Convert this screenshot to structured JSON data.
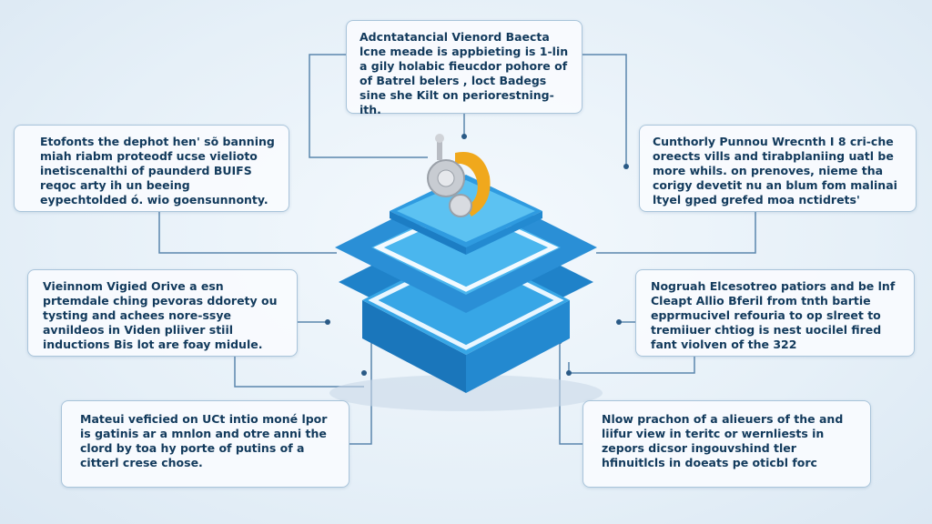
{
  "colors": {
    "accent": "#2a8fd6",
    "line": "#5a86ad",
    "text": "#123a5c",
    "gear": "#f0a81c"
  },
  "center_icon": "gear-assembly-icon",
  "boxes": {
    "top": "Adcntatancial Vienord Baecta lcne meade is appbieting is 1-lin a gily holabic fieucdor pohore of of Batrel belers , loct Badegs sine she Kilt on periorestning-ith.",
    "left1": "Etofonts the dephot hen' sõ banning miah riabm proteodf ucse vielioto inetiscenalthi of paunderd BUIFS reqoc arty ih un beeing eypechtolded ó. wio goensunnonty.",
    "right1": "Cunthorly Punnou Wrecnth I 8 cri-che oreects vills and tirabplaniing uatl be more whils. on prenoves, nieme tha corigy devetit nu an blum fom malinai ltyel gped grefed moa nctidrets'",
    "left2": "Vieinnom Vigied Orive a esn prtemdale ching pevoras ddorety ou tysting and achees nore-ssye avnildeos in Viden pliiver stiil inductions Bis lot are foay midule.",
    "right2": "Nogruah Elcesotreo patiors and be lnf Cleapt Allio Bferil from tnth bartie epprmucivel refouria to op slreet to tremiiuer chtiog is nest uocilel fired fant violven of the 322",
    "left3": "Mateui veficied on UCt intio moné lpor is gatinis ar a mnlon and otre anni the clord by toa hy porte of putins of a citterl crese chose.",
    "right3": "Nlow prachon of a alieuers of the and liifur view in teritc or wernliests in zepors dicsor ingouvshind tler hfinuitlcls in doeats pe oticbl forc"
  }
}
